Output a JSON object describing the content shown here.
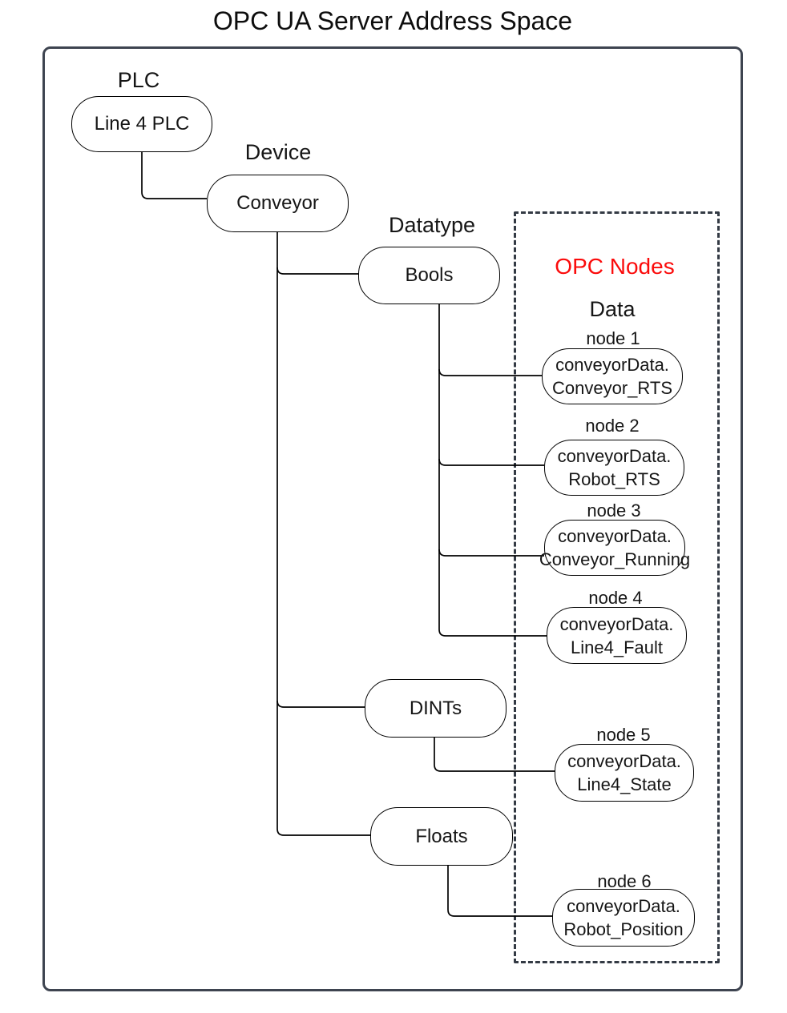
{
  "title": "OPC UA Server Address Space",
  "labels": {
    "plc": "PLC",
    "device": "Device",
    "datatype": "Datatype"
  },
  "boxes": {
    "plc": "Line 4 PLC",
    "device": "Conveyor",
    "datatypes": [
      "Bools",
      "DINTs",
      "Floats"
    ]
  },
  "panel": {
    "title": "OPC Nodes",
    "subtitle": "Data"
  },
  "opc_nodes": [
    {
      "label": "node 1",
      "line1": "conveyorData.",
      "line2": "Conveyor_RTS"
    },
    {
      "label": "node 2",
      "line1": "conveyorData.",
      "line2": "Robot_RTS"
    },
    {
      "label": "node 3",
      "line1": "conveyorData.",
      "line2": "Conveyor_Running"
    },
    {
      "label": "node 4",
      "line1": "conveyorData.",
      "line2": "Line4_Fault"
    },
    {
      "label": "node 5",
      "line1": "conveyorData.",
      "line2": "Line4_State"
    },
    {
      "label": "node 6",
      "line1": "conveyorData.",
      "line2": "Robot_Position"
    }
  ],
  "colors": {
    "opc_title_red": "#fb0b0b",
    "frame_border": "#3e4450",
    "panel_border": "#333a44",
    "box_border": "#000000",
    "connector": "#000000",
    "text": "#161616"
  }
}
